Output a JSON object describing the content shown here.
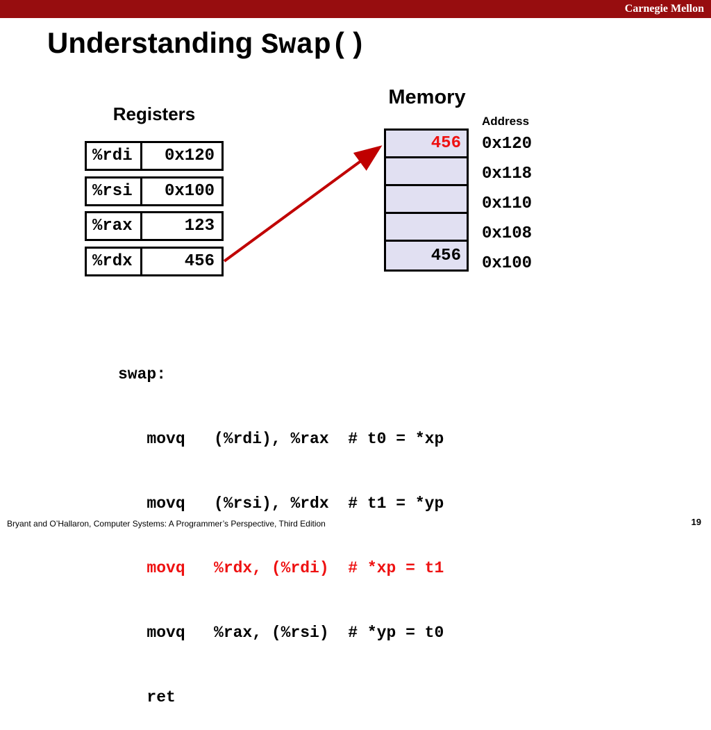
{
  "header": {
    "brand": "Carnegie Mellon"
  },
  "title": {
    "prefix": "Understanding ",
    "code": "Swap()"
  },
  "registers": {
    "heading": "Registers",
    "rows": [
      {
        "name": "%rdi",
        "value": "0x120"
      },
      {
        "name": "%rsi",
        "value": "0x100"
      },
      {
        "name": "%rax",
        "value": "123"
      },
      {
        "name": "%rdx",
        "value": "456"
      }
    ]
  },
  "memory": {
    "heading": "Memory",
    "address_label": "Address",
    "cells": [
      {
        "value": "456",
        "address": "0x120",
        "highlight": true
      },
      {
        "value": "",
        "address": "0x118",
        "highlight": false
      },
      {
        "value": "",
        "address": "0x110",
        "highlight": false
      },
      {
        "value": "",
        "address": "0x108",
        "highlight": false
      },
      {
        "value": "456",
        "address": "0x100",
        "highlight": false
      }
    ]
  },
  "code": {
    "lines": [
      {
        "text": "swap:",
        "highlight": false
      },
      {
        "text": "   movq   (%rdi), %rax  # t0 = *xp",
        "highlight": false
      },
      {
        "text": "   movq   (%rsi), %rdx  # t1 = *yp",
        "highlight": false
      },
      {
        "text": "   movq   %rdx, (%rdi)  # *xp = t1",
        "highlight": true
      },
      {
        "text": "   movq   %rax, (%rsi)  # *yp = t0",
        "highlight": false
      },
      {
        "text": "   ret",
        "highlight": false
      }
    ]
  },
  "footer": {
    "citation": "Bryant and O’Hallaron, Computer Systems: A Programmer’s Perspective, Third Edition",
    "page": "19"
  },
  "colors": {
    "top_bar": "#970D0F",
    "arrow": "#C00000",
    "highlight_red": "#EE1111",
    "memory_cell_fill": "#E1E0F2"
  }
}
